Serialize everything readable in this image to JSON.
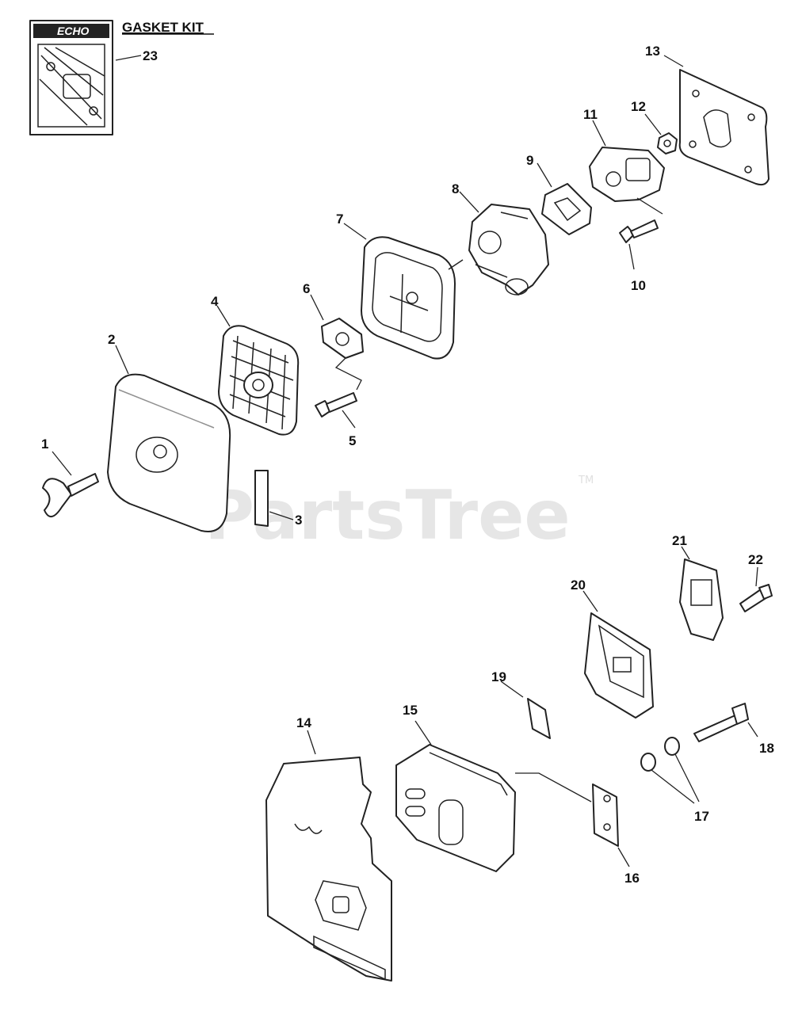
{
  "brand_logo": "ECHO",
  "kit_title": "GASKET KIT",
  "watermark": "PartsTree",
  "watermark_tm": "TM",
  "callouts": {
    "p1": "1",
    "p2": "2",
    "p3": "3",
    "p4": "4",
    "p5": "5",
    "p6": "6",
    "p7": "7",
    "p8": "8",
    "p9": "9",
    "p10": "10",
    "p11": "11",
    "p12": "12",
    "p13": "13",
    "p14": "14",
    "p15": "15",
    "p16": "16",
    "p17": "17",
    "p18": "18",
    "p19": "19",
    "p20": "20",
    "p21": "21",
    "p22": "22",
    "p23": "23"
  }
}
